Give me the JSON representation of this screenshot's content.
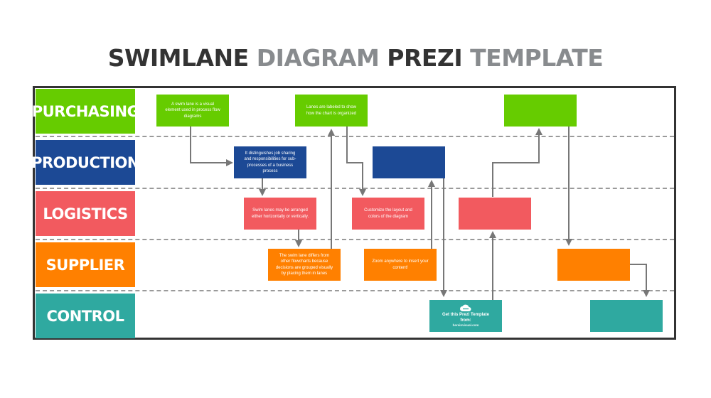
{
  "title": {
    "w1": "SWIMLANE",
    "w2": "DIAGRAM",
    "w3": "PREZI",
    "w4": "TEMPLATE"
  },
  "colors": {
    "green": "#66cc00",
    "blue": "#1c4995",
    "red": "#f25a5f",
    "orange": "#ff8000",
    "teal": "#2fa9a0",
    "dark": "#333333",
    "grey": "#888b8e"
  },
  "lanes": [
    {
      "label": "PURCHASING",
      "color": "#66cc00"
    },
    {
      "label": "PRODUCTION",
      "color": "#1c4995"
    },
    {
      "label": "LOGISTICS",
      "color": "#f25a5f"
    },
    {
      "label": "SUPPLIER",
      "color": "#ff8000"
    },
    {
      "label": "CONTROL",
      "color": "#2fa9a0"
    }
  ],
  "boxes": {
    "purchasing_1": "A swim lane is a visual element used in process flow diagrams",
    "purchasing_2": "Lanes are labeled to show how the chart is organized",
    "purchasing_3": "",
    "production_1": "It distinguishes job sharing and responsibilities for sub-processes of a business process",
    "production_2": "",
    "logistics_1": "Swim lanes may be arranged either horizontally or vertically.",
    "logistics_2": "Customize the layout and colors of the diagram",
    "logistics_3": "",
    "supplier_1": "The swim lane differs from other flowcharts because decisions are grouped visually by placing them in lanes",
    "supplier_2": "Zoom anywhere to insert your content!",
    "supplier_3": "",
    "control_1_line1": "Get this Prezi Template from:",
    "control_1_line2": "hereinvisual.com",
    "control_2": ""
  },
  "icons": {
    "cloud": "cloud-icon"
  }
}
